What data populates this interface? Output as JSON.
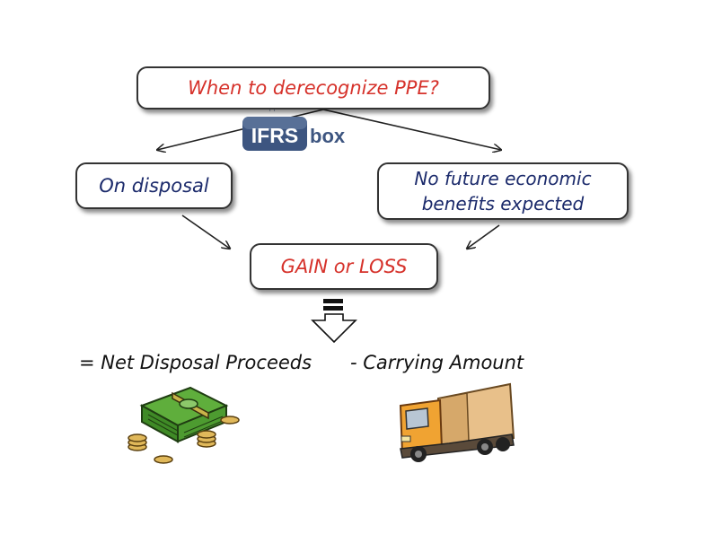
{
  "question": "When to derecognize PPE?",
  "logo": {
    "left_text": "IFRS",
    "right_text": "box",
    "color": "#3d5580"
  },
  "branches": {
    "disposal": "On disposal",
    "no_benefits_line1": "No future economic",
    "no_benefits_line2": "benefits expected"
  },
  "result": "GAIN or LOSS",
  "formula": {
    "left": "= Net Disposal Proceeds",
    "right": "- Carrying Amount"
  },
  "illustrations": {
    "left": "money-icon",
    "right": "truck-icon"
  },
  "colors": {
    "question_text": "#d6322b",
    "branch_text": "#1b2a6b",
    "result_text": "#d6322b"
  }
}
